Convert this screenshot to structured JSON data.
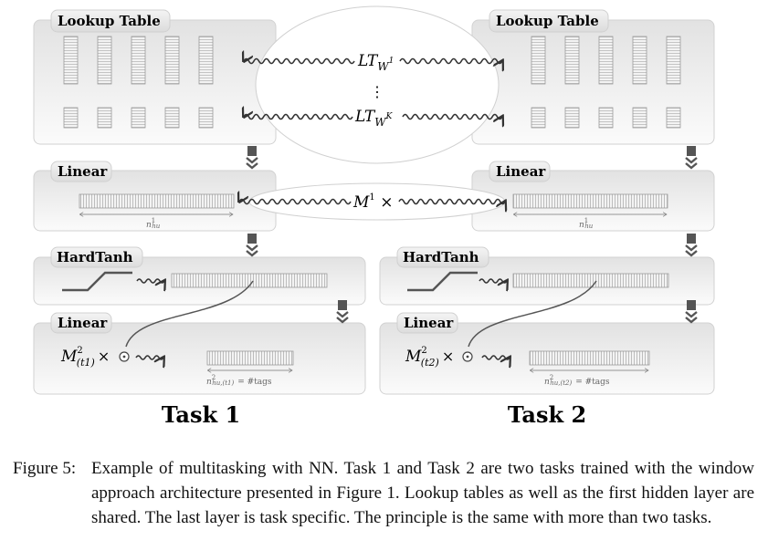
{
  "labels": {
    "lookup_table": "Lookup Table",
    "linear": "Linear",
    "hardtanh": "HardTanh"
  },
  "shared": {
    "lt_first": "LT",
    "lt_first_sub": "W",
    "lt_first_sup": "1",
    "vdots": "⋮",
    "lt_last": "LT",
    "lt_last_sub": "W",
    "lt_last_sup": "K",
    "m1": "M",
    "m1_sup": "1",
    "m1_times": " ×",
    "nhu1": "n",
    "nhu1_sup": "1",
    "nhu1_sub": "hu"
  },
  "tasks": [
    {
      "title": "Task 1",
      "m2": "M",
      "m2_sup": "2",
      "m2_sub": "(t1)",
      "times": "×",
      "nhu2": "n",
      "nhu2_sup": "2",
      "nhu2_sub": "hu,(t1)",
      "nhu2_eq": "= #tags"
    },
    {
      "title": "Task 2",
      "m2": "M",
      "m2_sup": "2",
      "m2_sub": "(t2)",
      "times": "×",
      "nhu2": "n",
      "nhu2_sup": "2",
      "nhu2_sub": "hu,(t2)",
      "nhu2_eq": "= #tags"
    }
  ],
  "caption": {
    "lead": "Figure 5:",
    "text": "Example of multitasking with NN. Task 1 and Task 2 are two tasks trained with the window approach architecture presented in Figure 1. Lookup tables as well as the first hidden layer are shared. The last layer is task specific. The principle is the same with more than two tasks."
  }
}
